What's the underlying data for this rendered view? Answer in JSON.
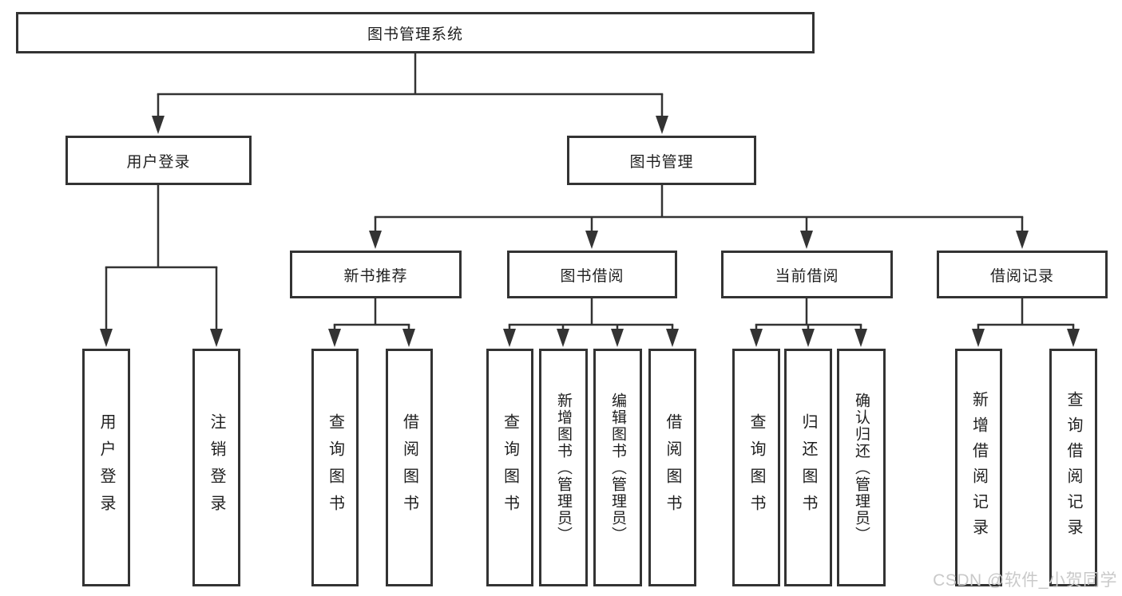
{
  "diagram": {
    "type": "hierarchy-tree",
    "colors": {
      "line": "#333333",
      "box_border": "#333333",
      "box_background": "#ffffff",
      "text": "#1f1f1f",
      "watermark_text_color": "#c9c9c9"
    },
    "tree": {
      "label": "图书管理系统",
      "children": [
        {
          "label": "用户登录",
          "children": [
            {
              "label": "用户登录"
            },
            {
              "label": "注销登录"
            }
          ]
        },
        {
          "label": "图书管理",
          "children": [
            {
              "label": "新书推荐",
              "children": [
                {
                  "label": "查询图书"
                },
                {
                  "label": "借阅图书"
                }
              ]
            },
            {
              "label": "图书借阅",
              "children": [
                {
                  "label": "查询图书"
                },
                {
                  "label": "新增图书（管理员）"
                },
                {
                  "label": "编辑图书（管理员）"
                },
                {
                  "label": "借阅图书"
                }
              ]
            },
            {
              "label": "当前借阅",
              "children": [
                {
                  "label": "查询图书"
                },
                {
                  "label": "归还图书"
                },
                {
                  "label": "确认归还（管理员）"
                }
              ]
            },
            {
              "label": "借阅记录",
              "children": [
                {
                  "label": "新增借阅记录"
                },
                {
                  "label": "查询借阅记录"
                }
              ]
            }
          ]
        }
      ]
    }
  },
  "watermark": {
    "text": "CSDN @软件_小贺同学"
  }
}
